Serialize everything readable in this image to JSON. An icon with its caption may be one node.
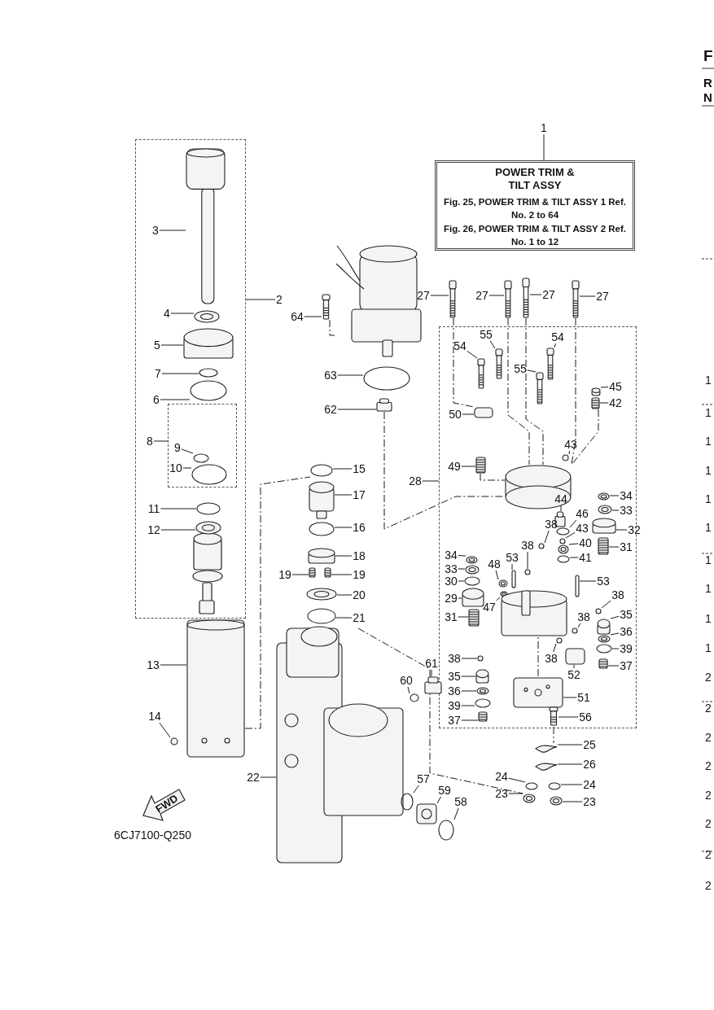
{
  "diagram": {
    "nodes": [
      {
        "text": [
          "POWER TRIM & TILT ASSY",
          "Fig. 25, POWER TRIM & TILT ASSY 1 Ref. No. 2 to 64",
          "Fig. 26, POWER TRIM & TILT ASSY 2 Ref. No. 1 to 12"
        ]
      },
      {
        "text": [],
        "shape": "box"
      },
      {
        "text": [],
        "shape": "box",
        "in": 1
      },
      {
        "text": [],
        "shape": "box"
      },
      {
        "text": [
          "1"
        ]
      },
      {
        "text": [
          "2"
        ]
      },
      {
        "text": [
          "3"
        ],
        "in": 1
      },
      {
        "text": [
          "4"
        ],
        "in": 1
      },
      {
        "text": [
          "5"
        ],
        "in": 1
      },
      {
        "text": [
          "7"
        ],
        "in": 1
      },
      {
        "text": [
          "6"
        ],
        "in": 1
      },
      {
        "text": [
          "8"
        ],
        "in": 1
      },
      {
        "text": [
          "9"
        ],
        "in": 2
      },
      {
        "text": [
          "10"
        ],
        "in": 2
      },
      {
        "text": [
          "11"
        ],
        "in": 1
      },
      {
        "text": [
          "12"
        ],
        "in": 1
      },
      {
        "text": [
          "27"
        ]
      },
      {
        "text": [
          "27"
        ]
      },
      {
        "text": [
          "27"
        ]
      },
      {
        "text": [
          "27"
        ]
      },
      {
        "text": [
          "64"
        ]
      },
      {
        "text": [
          "63"
        ]
      },
      {
        "text": [
          "62"
        ]
      },
      {
        "text": [
          "15"
        ]
      },
      {
        "text": [
          "17"
        ]
      },
      {
        "text": [
          "16"
        ]
      },
      {
        "text": [
          "18"
        ]
      },
      {
        "text": [
          "19"
        ]
      },
      {
        "text": [
          "19"
        ]
      },
      {
        "text": [
          "20"
        ]
      },
      {
        "text": [
          "21"
        ]
      },
      {
        "text": [
          "54"
        ],
        "in": 3
      },
      {
        "text": [
          "55"
        ],
        "in": 3
      },
      {
        "text": [
          "54"
        ],
        "in": 3
      },
      {
        "text": [
          "55"
        ],
        "in": 3
      },
      {
        "text": [
          "45"
        ],
        "in": 3
      },
      {
        "text": [
          "42"
        ],
        "in": 3
      },
      {
        "text": [
          "50"
        ],
        "in": 3
      },
      {
        "text": [
          "43"
        ],
        "in": 3
      },
      {
        "text": [
          "49"
        ],
        "in": 3
      },
      {
        "text": [
          "28"
        ]
      },
      {
        "text": [
          "44"
        ],
        "in": 3
      },
      {
        "text": [
          "34"
        ],
        "in": 3
      },
      {
        "text": [
          "46"
        ],
        "in": 3
      },
      {
        "text": [
          "33"
        ],
        "in": 3
      },
      {
        "text": [
          "43"
        ],
        "in": 3
      },
      {
        "text": [
          "32"
        ],
        "in": 3
      },
      {
        "text": [
          "38"
        ],
        "in": 3
      },
      {
        "text": [
          "40"
        ],
        "in": 3
      },
      {
        "text": [
          "31"
        ],
        "in": 3
      },
      {
        "text": [
          "41"
        ],
        "in": 3
      },
      {
        "text": [
          "34"
        ],
        "in": 3
      },
      {
        "text": [
          "38"
        ],
        "in": 3
      },
      {
        "text": [
          "53"
        ],
        "in": 3
      },
      {
        "text": [
          "48"
        ],
        "in": 3
      },
      {
        "text": [
          "33"
        ],
        "in": 3
      },
      {
        "text": [
          "30"
        ],
        "in": 3
      },
      {
        "text": [
          "53"
        ],
        "in": 3
      },
      {
        "text": [
          "29"
        ],
        "in": 3
      },
      {
        "text": [
          "47"
        ],
        "in": 3
      },
      {
        "text": [
          "38"
        ],
        "in": 3
      },
      {
        "text": [
          "35"
        ],
        "in": 3
      },
      {
        "text": [
          "31"
        ],
        "in": 3
      },
      {
        "text": [
          "38"
        ],
        "in": 3
      },
      {
        "text": [
          "36"
        ],
        "in": 3
      },
      {
        "text": [
          "39"
        ],
        "in": 3
      },
      {
        "text": [
          "38"
        ],
        "in": 3
      },
      {
        "text": [
          "38"
        ],
        "in": 3
      },
      {
        "text": [
          "37"
        ],
        "in": 3
      },
      {
        "text": [
          "52"
        ],
        "in": 3
      },
      {
        "text": [
          "35"
        ],
        "in": 3
      },
      {
        "text": [
          "36"
        ],
        "in": 3
      },
      {
        "text": [
          "51"
        ],
        "in": 3
      },
      {
        "text": [
          "39"
        ],
        "in": 3
      },
      {
        "text": [
          "37"
        ],
        "in": 3
      },
      {
        "text": [
          "56"
        ],
        "in": 3
      },
      {
        "text": [
          "13"
        ]
      },
      {
        "text": [
          "60"
        ]
      },
      {
        "text": [
          "61"
        ]
      },
      {
        "text": [
          "14"
        ]
      },
      {
        "text": [
          "25"
        ]
      },
      {
        "text": [
          "26"
        ]
      },
      {
        "text": [
          "22"
        ]
      },
      {
        "text": [
          "24"
        ]
      },
      {
        "text": [
          "24"
        ]
      },
      {
        "text": [
          "57"
        ]
      },
      {
        "text": [
          "59"
        ]
      },
      {
        "text": [
          "23"
        ]
      },
      {
        "text": [
          "23"
        ]
      },
      {
        "text": [
          "58"
        ]
      },
      {
        "text": [],
        "shape": "picture",
        "in": 1
      },
      {
        "text": [],
        "shape": "circle",
        "in": 1
      },
      {
        "text": [],
        "shape": "cylinder",
        "in": 1
      },
      {
        "text": [],
        "shape": "circle",
        "in": 1
      },
      {
        "text": [],
        "shape": "circle",
        "in": 1
      },
      {
        "text": [],
        "shape": "circle",
        "in": 2
      },
      {
        "text": [],
        "shape": "circle",
        "in": 2
      },
      {
        "text": [],
        "shape": "circle",
        "in": 1
      },
      {
        "text": [],
        "shape": "circle",
        "in": 1
      },
      {
        "text": [],
        "shape": "picture"
      },
      {
        "text": [],
        "shape": "picture"
      },
      {
        "text": [],
        "shape": "picture"
      },
      {
        "text": [],
        "shape": "picture"
      },
      {
        "text": [],
        "shape": "picture"
      },
      {
        "text": [],
        "shape": "circle"
      },
      {
        "text": [],
        "shape": "box"
      },
      {
        "text": [],
        "shape": "circle"
      },
      {
        "text": [],
        "shape": "cylinder"
      },
      {
        "text": [],
        "shape": "circle"
      },
      {
        "text": [],
        "shape": "cylinder"
      },
      {
        "text": [],
        "shape": "picture"
      },
      {
        "text": [],
        "shape": "picture"
      },
      {
        "text": [],
        "shape": "circle"
      },
      {
        "text": [],
        "shape": "circle"
      },
      {
        "text": [],
        "shape": "picture",
        "in": 3
      },
      {
        "text": [],
        "shape": "picture",
        "in": 3
      },
      {
        "text": [],
        "shape": "picture",
        "in": 3
      },
      {
        "text": [],
        "shape": "picture",
        "in": 3
      },
      {
        "text": [],
        "shape": "cylinder",
        "in": 3
      },
      {
        "text": [],
        "shape": "picture",
        "in": 3
      },
      {
        "text": [],
        "shape": "box",
        "in": 3
      },
      {
        "text": [],
        "shape": "circle",
        "in": 3
      },
      {
        "text": [],
        "shape": "picture",
        "in": 3
      },
      {
        "text": [],
        "shape": "box",
        "in": 3
      },
      {
        "text": [],
        "shape": "circle",
        "in": 3
      },
      {
        "text": [],
        "shape": "circle",
        "in": 3
      },
      {
        "text": [],
        "shape": "circle",
        "in": 3
      },
      {
        "text": [],
        "shape": "circle",
        "in": 3
      },
      {
        "text": [],
        "shape": "cylinder",
        "in": 3
      },
      {
        "text": [],
        "shape": "circle",
        "in": 3
      },
      {
        "text": [],
        "shape": "circle",
        "in": 3
      },
      {
        "text": [],
        "shape": "picture",
        "in": 3
      },
      {
        "text": [],
        "shape": "circle",
        "in": 3
      },
      {
        "text": [],
        "shape": "circle",
        "in": 3
      },
      {
        "text": [],
        "shape": "circle",
        "in": 3
      },
      {
        "text": [],
        "shape": "box",
        "in": 3
      },
      {
        "text": [],
        "shape": "circle",
        "in": 3
      },
      {
        "text": [],
        "shape": "circle",
        "in": 3
      },
      {
        "text": [],
        "shape": "circle",
        "in": 3
      },
      {
        "text": [],
        "shape": "box",
        "in": 3
      },
      {
        "text": [],
        "shape": "cylinder",
        "in": 3
      },
      {
        "text": [],
        "shape": "circle",
        "in": 3
      },
      {
        "text": [],
        "shape": "circle",
        "in": 3
      },
      {
        "text": [],
        "shape": "cylinder",
        "in": 3
      },
      {
        "text": [],
        "shape": "picture",
        "in": 3
      },
      {
        "text": [],
        "shape": "circle",
        "in": 3
      },
      {
        "text": [],
        "shape": "circle",
        "in": 3
      },
      {
        "text": [],
        "shape": "circle",
        "in": 3
      },
      {
        "text": [],
        "shape": "circle",
        "in": 3
      },
      {
        "text": [],
        "shape": "circle",
        "in": 3
      },
      {
        "text": [],
        "shape": "picture",
        "in": 3
      },
      {
        "text": [],
        "shape": "box",
        "in": 3
      },
      {
        "text": [],
        "shape": "cylinder",
        "in": 3
      },
      {
        "text": [],
        "shape": "circle",
        "in": 3
      },
      {
        "text": [],
        "shape": "box",
        "in": 3
      },
      {
        "text": [],
        "shape": "circle",
        "in": 3
      },
      {
        "text": [],
        "shape": "picture",
        "in": 3
      },
      {
        "text": [],
        "shape": "picture",
        "in": 3
      },
      {
        "text": [],
        "shape": "cylinder"
      },
      {
        "text": [],
        "shape": "circle"
      },
      {
        "text": [],
        "shape": "box"
      },
      {
        "text": [],
        "shape": "circle"
      },
      {
        "text": [],
        "shape": "picture"
      },
      {
        "text": [],
        "shape": "picture"
      },
      {
        "text": [],
        "shape": "picture"
      },
      {
        "text": [],
        "shape": "circle"
      },
      {
        "text": [],
        "shape": "circle"
      },
      {
        "text": [],
        "shape": "circle"
      },
      {
        "text": [],
        "shape": "box"
      },
      {
        "text": [],
        "shape": "circle"
      },
      {
        "text": [],
        "shape": "circle"
      },
      {
        "text": [],
        "shape": "circle"
      },
      {
        "text": [],
        "shape": "cylinder",
        "in": 3
      },
      {
        "text": [],
        "shape": "picture"
      },
      {
        "text": [],
        "shape": "box",
        "in": 3
      }
    ],
    "edges": [
      {
        "from": 4,
        "to": 0,
        "arrow": "none"
      },
      {
        "from": 5,
        "to": 1,
        "arrow": "none"
      },
      {
        "from": 6,
        "to": 90,
        "arrow": "none"
      },
      {
        "from": 7,
        "to": 91,
        "arrow": "none"
      },
      {
        "from": 8,
        "to": 92,
        "arrow": "none"
      },
      {
        "from": 9,
        "to": 93,
        "arrow": "none"
      },
      {
        "from": 10,
        "to": 94,
        "arrow": "none"
      },
      {
        "from": 11,
        "to": 2,
        "arrow": "none"
      },
      {
        "from": 12,
        "to": 95,
        "arrow": "none"
      },
      {
        "from": 13,
        "to": 96,
        "arrow": "none"
      },
      {
        "from": 14,
        "to": 97,
        "arrow": "none"
      },
      {
        "from": 15,
        "to": 98,
        "arrow": "none"
      },
      {
        "from": 16,
        "to": 99,
        "arrow": "none"
      },
      {
        "from": 17,
        "to": 100,
        "arrow": "none"
      },
      {
        "from": 18,
        "to": 101,
        "arrow": "none"
      },
      {
        "from": 19,
        "to": 102,
        "arrow": "none"
      },
      {
        "from": 20,
        "to": 103,
        "arrow": "none"
      },
      {
        "from": 21,
        "to": 104,
        "arrow": "none"
      },
      {
        "from": 22,
        "to": 105,
        "arrow": "none"
      },
      {
        "from": 23,
        "to": 106,
        "arrow": "none"
      },
      {
        "from": 24,
        "to": 107,
        "arrow": "none"
      },
      {
        "from": 25,
        "to": 108,
        "arrow": "none"
      },
      {
        "from": 26,
        "to": 109,
        "arrow": "none"
      },
      {
        "from": 27,
        "to": 110,
        "arrow": "none"
      },
      {
        "from": 28,
        "to": 111,
        "arrow": "none"
      },
      {
        "from": 29,
        "to": 112,
        "arrow": "none"
      },
      {
        "from": 30,
        "to": 113,
        "arrow": "none"
      },
      {
        "from": 31,
        "to": 114,
        "arrow": "none"
      },
      {
        "from": 32,
        "to": 115,
        "arrow": "none"
      },
      {
        "from": 33,
        "to": 116,
        "arrow": "none"
      },
      {
        "from": 34,
        "to": 117,
        "arrow": "none"
      },
      {
        "from": 35,
        "to": 118,
        "arrow": "none"
      },
      {
        "from": 36,
        "to": 119,
        "arrow": "none"
      },
      {
        "from": 37,
        "to": 120,
        "arrow": "none"
      },
      {
        "from": 38,
        "to": 121,
        "arrow": "none"
      },
      {
        "from": 39,
        "to": 122,
        "arrow": "none"
      },
      {
        "from": 40,
        "to": 3,
        "arrow": "none"
      },
      {
        "from": 41,
        "to": 123,
        "arrow": "none"
      },
      {
        "from": 42,
        "to": 124,
        "arrow": "none"
      },
      {
        "from": 43,
        "to": 125,
        "arrow": "none"
      },
      {
        "from": 44,
        "to": 126,
        "arrow": "none"
      },
      {
        "from": 45,
        "to": 127,
        "arrow": "none"
      },
      {
        "from": 46,
        "to": 128,
        "arrow": "none"
      },
      {
        "from": 47,
        "to": 129,
        "arrow": "none"
      },
      {
        "from": 48,
        "to": 130,
        "arrow": "none"
      },
      {
        "from": 49,
        "to": 131,
        "arrow": "none"
      },
      {
        "from": 50,
        "to": 132,
        "arrow": "none"
      },
      {
        "from": 51,
        "to": 133,
        "arrow": "none"
      },
      {
        "from": 52,
        "to": 134,
        "arrow": "none"
      },
      {
        "from": 53,
        "to": 135,
        "arrow": "none"
      },
      {
        "from": 54,
        "to": 136,
        "arrow": "none"
      },
      {
        "from": 55,
        "to": 137,
        "arrow": "none"
      },
      {
        "from": 56,
        "to": 138,
        "arrow": "none"
      },
      {
        "from": 57,
        "to": 139,
        "arrow": "none"
      },
      {
        "from": 58,
        "to": 140,
        "arrow": "none"
      },
      {
        "from": 59,
        "to": 141,
        "arrow": "none"
      },
      {
        "from": 60,
        "to": 142,
        "arrow": "none"
      },
      {
        "from": 61,
        "to": 143,
        "arrow": "none"
      },
      {
        "from": 62,
        "to": 144,
        "arrow": "none"
      },
      {
        "from": 63,
        "to": 145,
        "arrow": "none"
      },
      {
        "from": 64,
        "to": 146,
        "arrow": "none"
      },
      {
        "from": 65,
        "to": 147,
        "arrow": "none"
      },
      {
        "from": 66,
        "to": 148,
        "arrow": "none"
      },
      {
        "from": 67,
        "to": 149,
        "arrow": "none"
      },
      {
        "from": 68,
        "to": 150,
        "arrow": "none"
      },
      {
        "from": 69,
        "to": 151,
        "arrow": "none"
      },
      {
        "from": 70,
        "to": 152,
        "arrow": "none"
      },
      {
        "from": 71,
        "to": 153,
        "arrow": "none"
      },
      {
        "from": 72,
        "to": 154,
        "arrow": "none"
      },
      {
        "from": 73,
        "to": 155,
        "arrow": "none"
      },
      {
        "from": 74,
        "to": 156,
        "arrow": "none"
      },
      {
        "from": 75,
        "to": 157,
        "arrow": "none"
      },
      {
        "from": 76,
        "to": 158,
        "arrow": "none"
      },
      {
        "from": 77,
        "to": 159,
        "arrow": "none"
      },
      {
        "from": 78,
        "to": 160,
        "arrow": "none"
      },
      {
        "from": 79,
        "to": 161,
        "arrow": "none"
      },
      {
        "from": 80,
        "to": 162,
        "arrow": "none"
      },
      {
        "from": 81,
        "to": 163,
        "arrow": "none"
      },
      {
        "from": 82,
        "to": 164,
        "arrow": "none"
      },
      {
        "from": 83,
        "to": 165,
        "arrow": "none"
      },
      {
        "from": 84,
        "to": 166,
        "arrow": "none"
      },
      {
        "from": 85,
        "to": 167,
        "arrow": "none"
      },
      {
        "from": 86,
        "to": 168,
        "arrow": "none"
      },
      {
        "from": 87,
        "to": 169,
        "arrow": "none"
      },
      {
        "from": 88,
        "to": 170,
        "arrow": "none"
      },
      {
        "from": 89,
        "to": 171,
        "arrow": "none"
      },
      {
        "from": 158,
        "to": 106,
        "arrow": "none",
        "style": "dashed"
      },
      {
        "from": 164,
        "to": 169,
        "arrow": "none",
        "style": "dashed"
      },
      {
        "from": 105,
        "to": 172,
        "arrow": "none",
        "style": "dashed"
      },
      {
        "from": 99,
        "to": 120,
        "arrow": "none",
        "style": "dashed"
      },
      {
        "from": 100,
        "to": 172,
        "arrow": "none",
        "style": "dashed"
      },
      {
        "from": 101,
        "to": 172,
        "arrow": "none",
        "style": "dashed"
      },
      {
        "from": 102,
        "to": 172,
        "arrow": "none",
        "style": "dashed"
      },
      {
        "from": 103,
        "to": 173,
        "arrow": "none",
        "style": "dashed"
      },
      {
        "from": 119,
        "to": 172,
        "arrow": "none",
        "style": "dashed"
      },
      {
        "from": 122,
        "to": 172,
        "arrow": "none",
        "style": "dashed"
      },
      {
        "from": 154,
        "to": 174,
        "arrow": "none",
        "style": "dashed"
      },
      {
        "from": 157,
        "to": 162,
        "arrow": "none",
        "style": "dashed"
      }
    ],
    "labels": [
      "F",
      "R",
      "N",
      "1",
      "1",
      "1",
      "1",
      "1",
      "1",
      "1",
      "1",
      "1",
      "1",
      "2",
      "2",
      "2",
      "2",
      "2",
      "2",
      "2",
      "2",
      "FWD",
      "6CJ7100-Q250"
    ]
  }
}
